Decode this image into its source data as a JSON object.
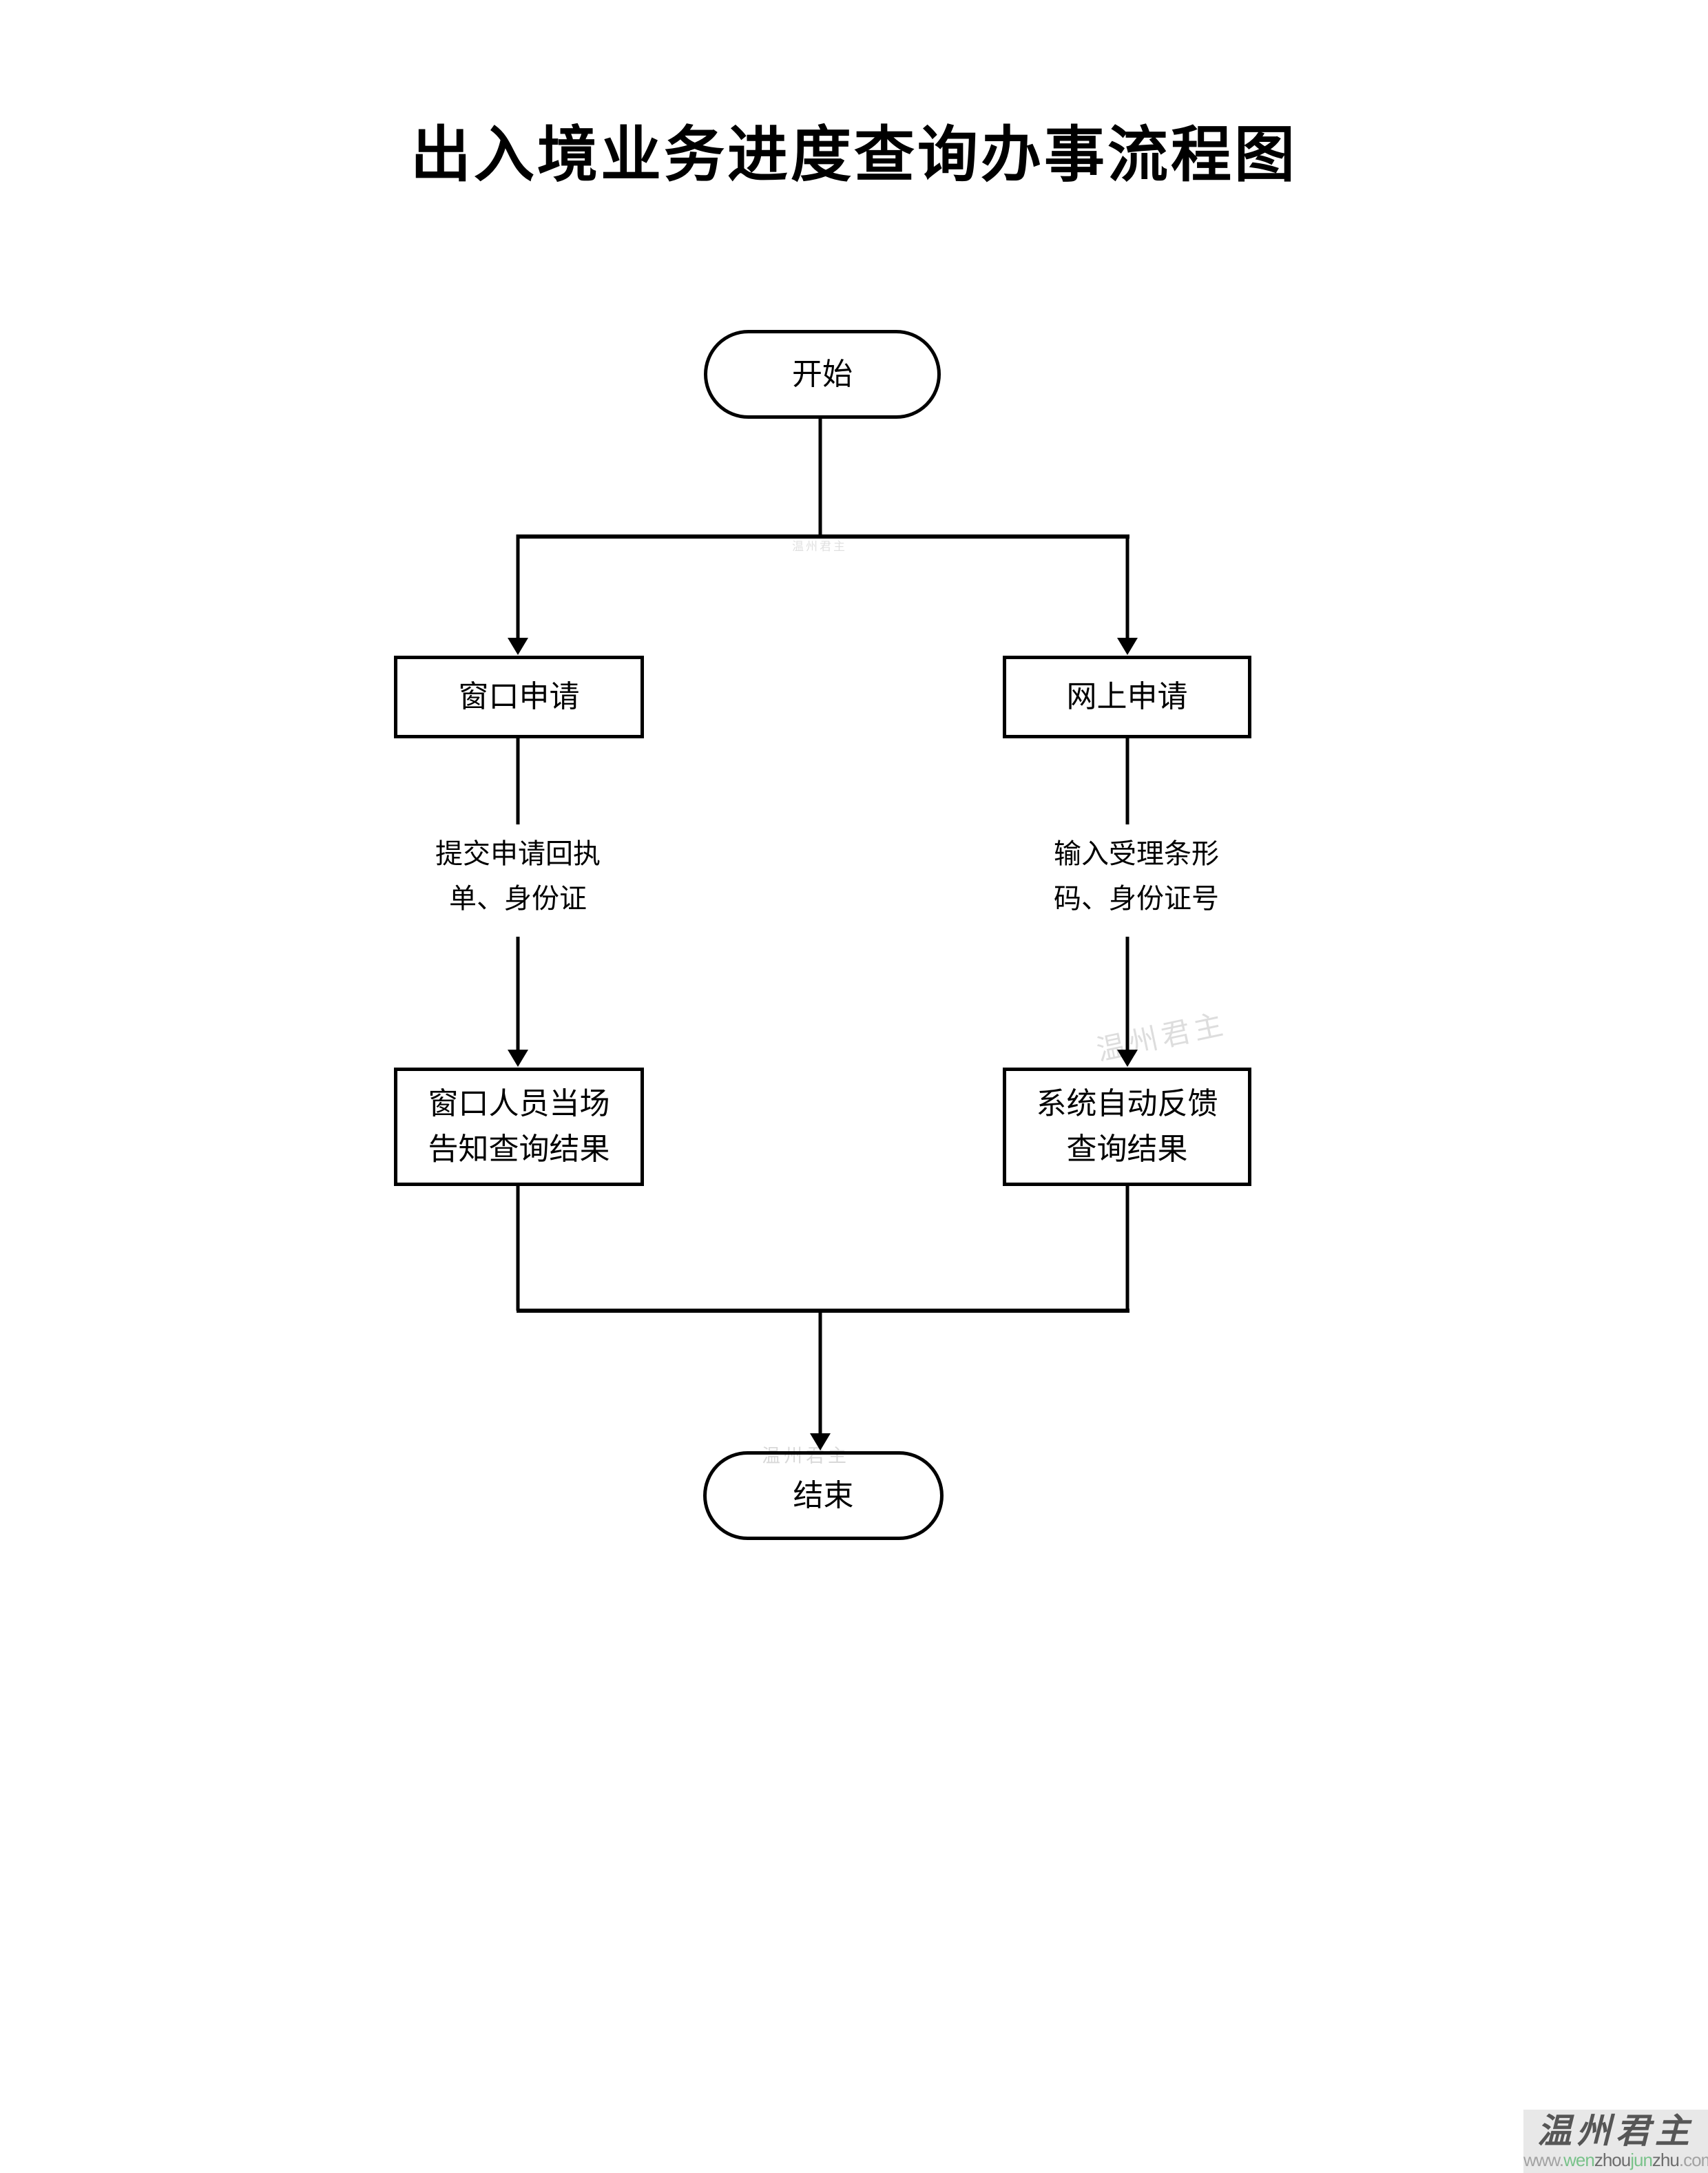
{
  "title": "出入境业务进度查询办事流程图",
  "diagram": {
    "type": "flowchart",
    "nodes": [
      {
        "id": "start",
        "shape": "stadium",
        "label": "开始"
      },
      {
        "id": "window-apply",
        "shape": "rect",
        "label": "窗口申请"
      },
      {
        "id": "online-apply",
        "shape": "rect",
        "label": "网上申请"
      },
      {
        "id": "window-result",
        "shape": "rect",
        "label": "窗口人员当场\n告知查询结果"
      },
      {
        "id": "system-result",
        "shape": "rect",
        "label": "系统自动反馈\n查询结果"
      },
      {
        "id": "end",
        "shape": "stadium",
        "label": "结束"
      }
    ],
    "edges": [
      {
        "from": "start",
        "to": "window-apply",
        "label": ""
      },
      {
        "from": "start",
        "to": "online-apply",
        "label": ""
      },
      {
        "from": "window-apply",
        "to": "window-result",
        "label": "提交申请回执\n单、身份证"
      },
      {
        "from": "online-apply",
        "to": "system-result",
        "label": "输入受理条形\n码、身份证号"
      },
      {
        "from": "window-result",
        "to": "end",
        "label": ""
      },
      {
        "from": "system-result",
        "to": "end",
        "label": ""
      }
    ]
  },
  "watermark": {
    "brand": "温州君主",
    "brand_color": "#565656",
    "background": "#e8e8e8",
    "url_segments": [
      {
        "text": "www.",
        "color": "#a3a3a3"
      },
      {
        "text": "wen",
        "color": "#79c28a"
      },
      {
        "text": "zhou",
        "color": "#6d6d6d"
      },
      {
        "text": "jun",
        "color": "#79c28a"
      },
      {
        "text": "zhu",
        "color": "#6d6d6d"
      },
      {
        "text": ".com",
        "color": "#a3a3a3"
      }
    ]
  },
  "colors": {
    "line": "#000000",
    "page_bg": "#ffffff"
  }
}
